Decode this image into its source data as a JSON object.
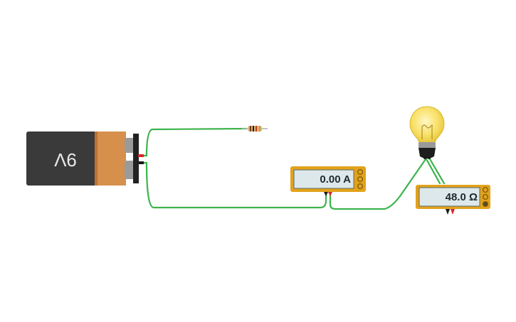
{
  "battery": {
    "label": "9V"
  },
  "ammeter": {
    "reading": "0.00 A"
  },
  "ohmmeter": {
    "reading": "48.0 Ω"
  },
  "colors": {
    "wire": "#3cb44b",
    "meter_frame": "#e2a21a",
    "battery_body": "#3a3a3a",
    "battery_cap": "#d6904c",
    "bulb_glass": "#f9e16a",
    "probe_red": "#d22b2b",
    "probe_black": "#1a1a1a"
  },
  "icons": {
    "meter_buttons": "circle-button-icon",
    "bulb": "lightbulb-icon",
    "resistor": "resistor-icon"
  }
}
